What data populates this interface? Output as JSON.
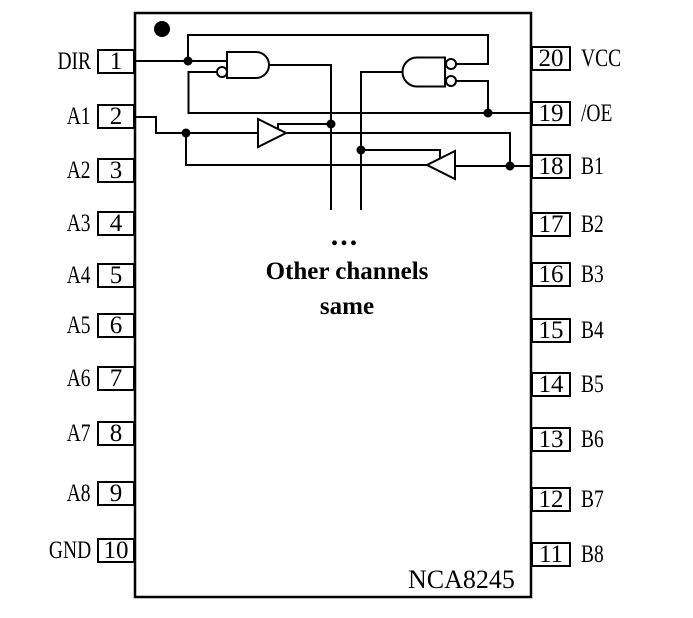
{
  "part_number": "NCA8245",
  "pins": {
    "left": [
      {
        "num": "1",
        "name": "DIR"
      },
      {
        "num": "2",
        "name": "A1"
      },
      {
        "num": "3",
        "name": "A2"
      },
      {
        "num": "4",
        "name": "A3"
      },
      {
        "num": "5",
        "name": "A4"
      },
      {
        "num": "6",
        "name": "A5"
      },
      {
        "num": "7",
        "name": "A6"
      },
      {
        "num": "8",
        "name": "A7"
      },
      {
        "num": "9",
        "name": "A8"
      },
      {
        "num": "10",
        "name": "GND"
      }
    ],
    "right": [
      {
        "num": "20",
        "name": "VCC"
      },
      {
        "num": "19",
        "name": "/OE"
      },
      {
        "num": "18",
        "name": "B1"
      },
      {
        "num": "17",
        "name": "B2"
      },
      {
        "num": "16",
        "name": "B3"
      },
      {
        "num": "15",
        "name": "B4"
      },
      {
        "num": "14",
        "name": "B5"
      },
      {
        "num": "13",
        "name": "B6"
      },
      {
        "num": "12",
        "name": "B7"
      },
      {
        "num": "11",
        "name": "B8"
      }
    ]
  },
  "annotations": {
    "ellipsis": "...",
    "other_channels_line1": "Other channels",
    "other_channels_line2": "same"
  },
  "colors": {
    "ink": "#000000",
    "background": "#ffffff"
  }
}
